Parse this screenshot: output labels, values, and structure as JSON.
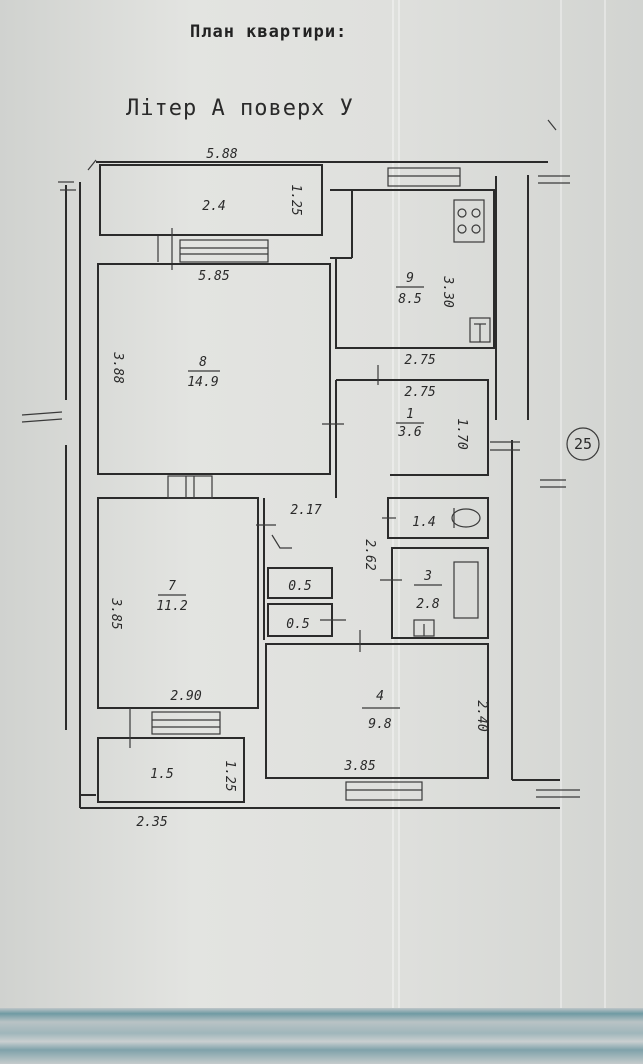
{
  "plan": {
    "title": "План квартири:",
    "subtitle": "Літер А поверх У",
    "section_number": "25",
    "rooms": [
      {
        "id": "room-1",
        "number": "1",
        "area": "3.6"
      },
      {
        "id": "room-3",
        "number": "3",
        "area": "2.8"
      },
      {
        "id": "room-4",
        "number": "4",
        "area": "9.8"
      },
      {
        "id": "room-7",
        "number": "7",
        "area": "11.2"
      },
      {
        "id": "room-8",
        "number": "8",
        "area": "14.9"
      },
      {
        "id": "room-9",
        "number": "9",
        "area": "8.5"
      }
    ],
    "unnumbered_areas": {
      "balcony_top": "2.4",
      "balcony_bottom": "1.5",
      "wc": "1.4",
      "closet_upper": "0.5",
      "closet_lower": "0.5"
    },
    "dimensions": {
      "top_outer_width": "5.88",
      "balcony_top_depth": "1.25",
      "room8_width": "5.85",
      "room8_length": "3.88",
      "room9_length": "3.30",
      "room9_width": "2.75",
      "room1_width": "2.75",
      "room1_length": "1.70",
      "hall_width": "2.17",
      "hall_length": "2.62",
      "room7_length": "3.85",
      "room7_width": "2.90",
      "room4_length": "2.40",
      "room4_width": "3.85",
      "balcony_bottom_depth": "1.25",
      "bottom_outer_width": "2.35"
    }
  }
}
